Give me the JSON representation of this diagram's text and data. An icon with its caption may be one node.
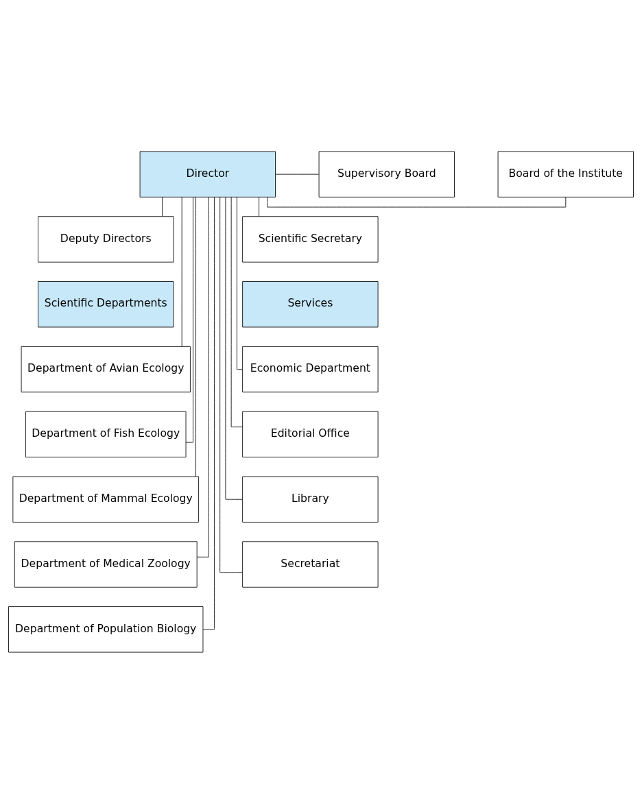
{
  "diagram": {
    "nodes": [
      {
        "text": [
          "Director"
        ]
      },
      {
        "text": [
          "Board of the Institute"
        ]
      },
      {
        "text": [
          "Supervisory Board"
        ]
      },
      {
        "text": [
          "Deputy Directors"
        ]
      },
      {
        "text": [
          "Scientific Secretary"
        ]
      },
      {
        "text": [
          "Scientific Departments"
        ]
      },
      {
        "text": [
          "Services"
        ]
      },
      {
        "text": [
          "Department of Avian Ecology"
        ]
      },
      {
        "text": [
          "Department of Fish Ecology"
        ]
      },
      {
        "text": [
          "Department of Mammal Ecology"
        ]
      },
      {
        "text": [
          "Department of Medical Zoology"
        ]
      },
      {
        "text": [
          "Department of Population Biology"
        ]
      },
      {
        "text": [
          "Economic Department"
        ]
      },
      {
        "text": [
          "Editorial Office"
        ]
      },
      {
        "text": [
          "Library"
        ]
      },
      {
        "text": [
          "Secretariat"
        ]
      }
    ],
    "edges": [
      {
        "from": 0,
        "to": 1,
        "arrow": "none"
      },
      {
        "from": 0,
        "to": 2,
        "arrow": "none"
      },
      {
        "from": 0,
        "to": 3,
        "arrow": "none"
      },
      {
        "from": 0,
        "to": 4,
        "arrow": "none"
      },
      {
        "from": 0,
        "to": 7,
        "arrow": "none"
      },
      {
        "from": 0,
        "to": 8,
        "arrow": "none"
      },
      {
        "from": 0,
        "to": 9,
        "arrow": "none"
      },
      {
        "from": 0,
        "to": 10,
        "arrow": "none"
      },
      {
        "from": 0,
        "to": 11,
        "arrow": "none"
      },
      {
        "from": 0,
        "to": 12,
        "arrow": "none"
      },
      {
        "from": 0,
        "to": 13,
        "arrow": "none"
      },
      {
        "from": 0,
        "to": 14,
        "arrow": "none"
      },
      {
        "from": 0,
        "to": 15,
        "arrow": "none"
      }
    ]
  }
}
